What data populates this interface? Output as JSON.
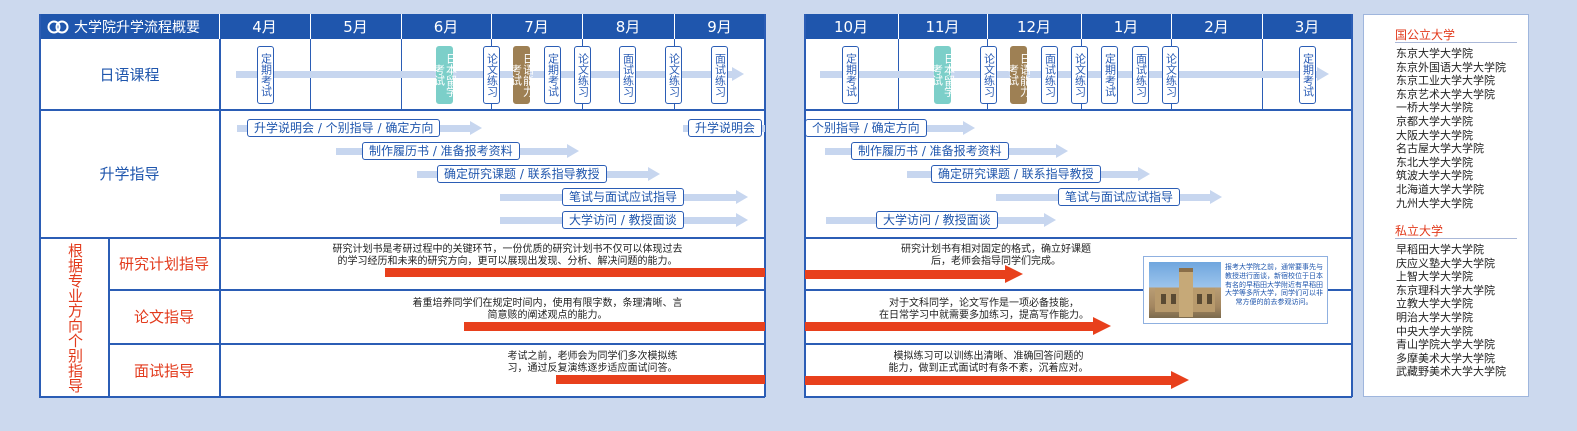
{
  "title": "大学院升学流程概要",
  "colors": {
    "primary": "#1f56ad",
    "accent_red": "#e23a1c",
    "light_arrow": "#c7d6ef",
    "teal": "#7ccfc9",
    "brown": "#9e8054"
  },
  "months_left": [
    "4月",
    "5月",
    "6月",
    "7月",
    "8月",
    "9月"
  ],
  "months_right": [
    "10月",
    "11月",
    "12月",
    "1月",
    "2月",
    "3月"
  ],
  "rows": {
    "japanese": "日语课程",
    "guidance": "升学指导",
    "group": "根据专业方向个别指导",
    "research_plan": "研究计划指导",
    "thesis": "论文指导",
    "interview": "面试指导"
  },
  "tags": {
    "regular_exam": "定期考试",
    "eju": "日本留学考试",
    "thesis_practice": "论文练习",
    "jlpt": "日语能力考试",
    "interview_practice": "面试练习"
  },
  "guidance_steps": {
    "s1": "升学说明会 / 个别指导 / 确定方向",
    "s1_tail": "升学说明会",
    "s1_right": "个别指导 / 确定方向",
    "s2": "制作履历书 / 准备报考资料",
    "s3": "确定研究课题 / 联系指导教授",
    "s4": "笔试与面试应试指导",
    "s5": "大学访问 / 教授面谈"
  },
  "descriptions": {
    "rp_left_1": "研究计划书是考研过程中的关键环节，一份优质的研究计划书不仅可以体现过去",
    "rp_left_2": "的学习经历和未来的研究方向，更可以展现出发现、分析、解决问题的能力。",
    "rp_right_1": "研究计划书有相对固定的格式，确立好课题",
    "rp_right_2": "后，老师会指导同学们完成。",
    "th_left_1": "着重培养同学们在规定时间内，使用有限字数，条理清晰、言",
    "th_left_2": "简意赅的阐述观点的能力。",
    "th_right_1": "对于文科同学，论文写作是一项必备技能，",
    "th_right_2": "在日常学习中就需要多加练习，提高写作能力。",
    "iv_left_1": "考试之前，老师会为同学们多次模拟练",
    "iv_left_2": "习，通过反复演练逐步适应面试问答。",
    "iv_right_1": "模拟练习可以训练出清晰、准确回答问题的",
    "iv_right_2": "能力，做到正式面试时有条不紊，沉着应对。"
  },
  "photo_note": "报考大学院之前，通常要事先与教授进行面谈，新宿校位于日本有名的早稻田大学附近有早稻田大学等多所大学，同学们可以非常方便的前去参观访问。",
  "universities": {
    "public_title": "国公立大学",
    "public": [
      "东京大学大学院",
      "东京外国语大学大学院",
      "东京工业大学大学院",
      "东京艺术大学大学院",
      "一桥大学大学院",
      "京都大学大学院",
      "大阪大学大学院",
      "名古屋大学大学院",
      "东北大学大学院",
      "筑波大学大学院",
      "北海道大学大学院",
      "九州大学大学院"
    ],
    "private_title": "私立大学",
    "private": [
      "早稻田大学大学院",
      "庆应义塾大学大学院",
      "上智大学大学院",
      "东京理科大学大学院",
      "立教大学大学院",
      "明治大学大学院",
      "中央大学大学院",
      "青山学院大学大学院",
      "多摩美术大学大学院",
      "武藏野美术大学大学院"
    ]
  }
}
